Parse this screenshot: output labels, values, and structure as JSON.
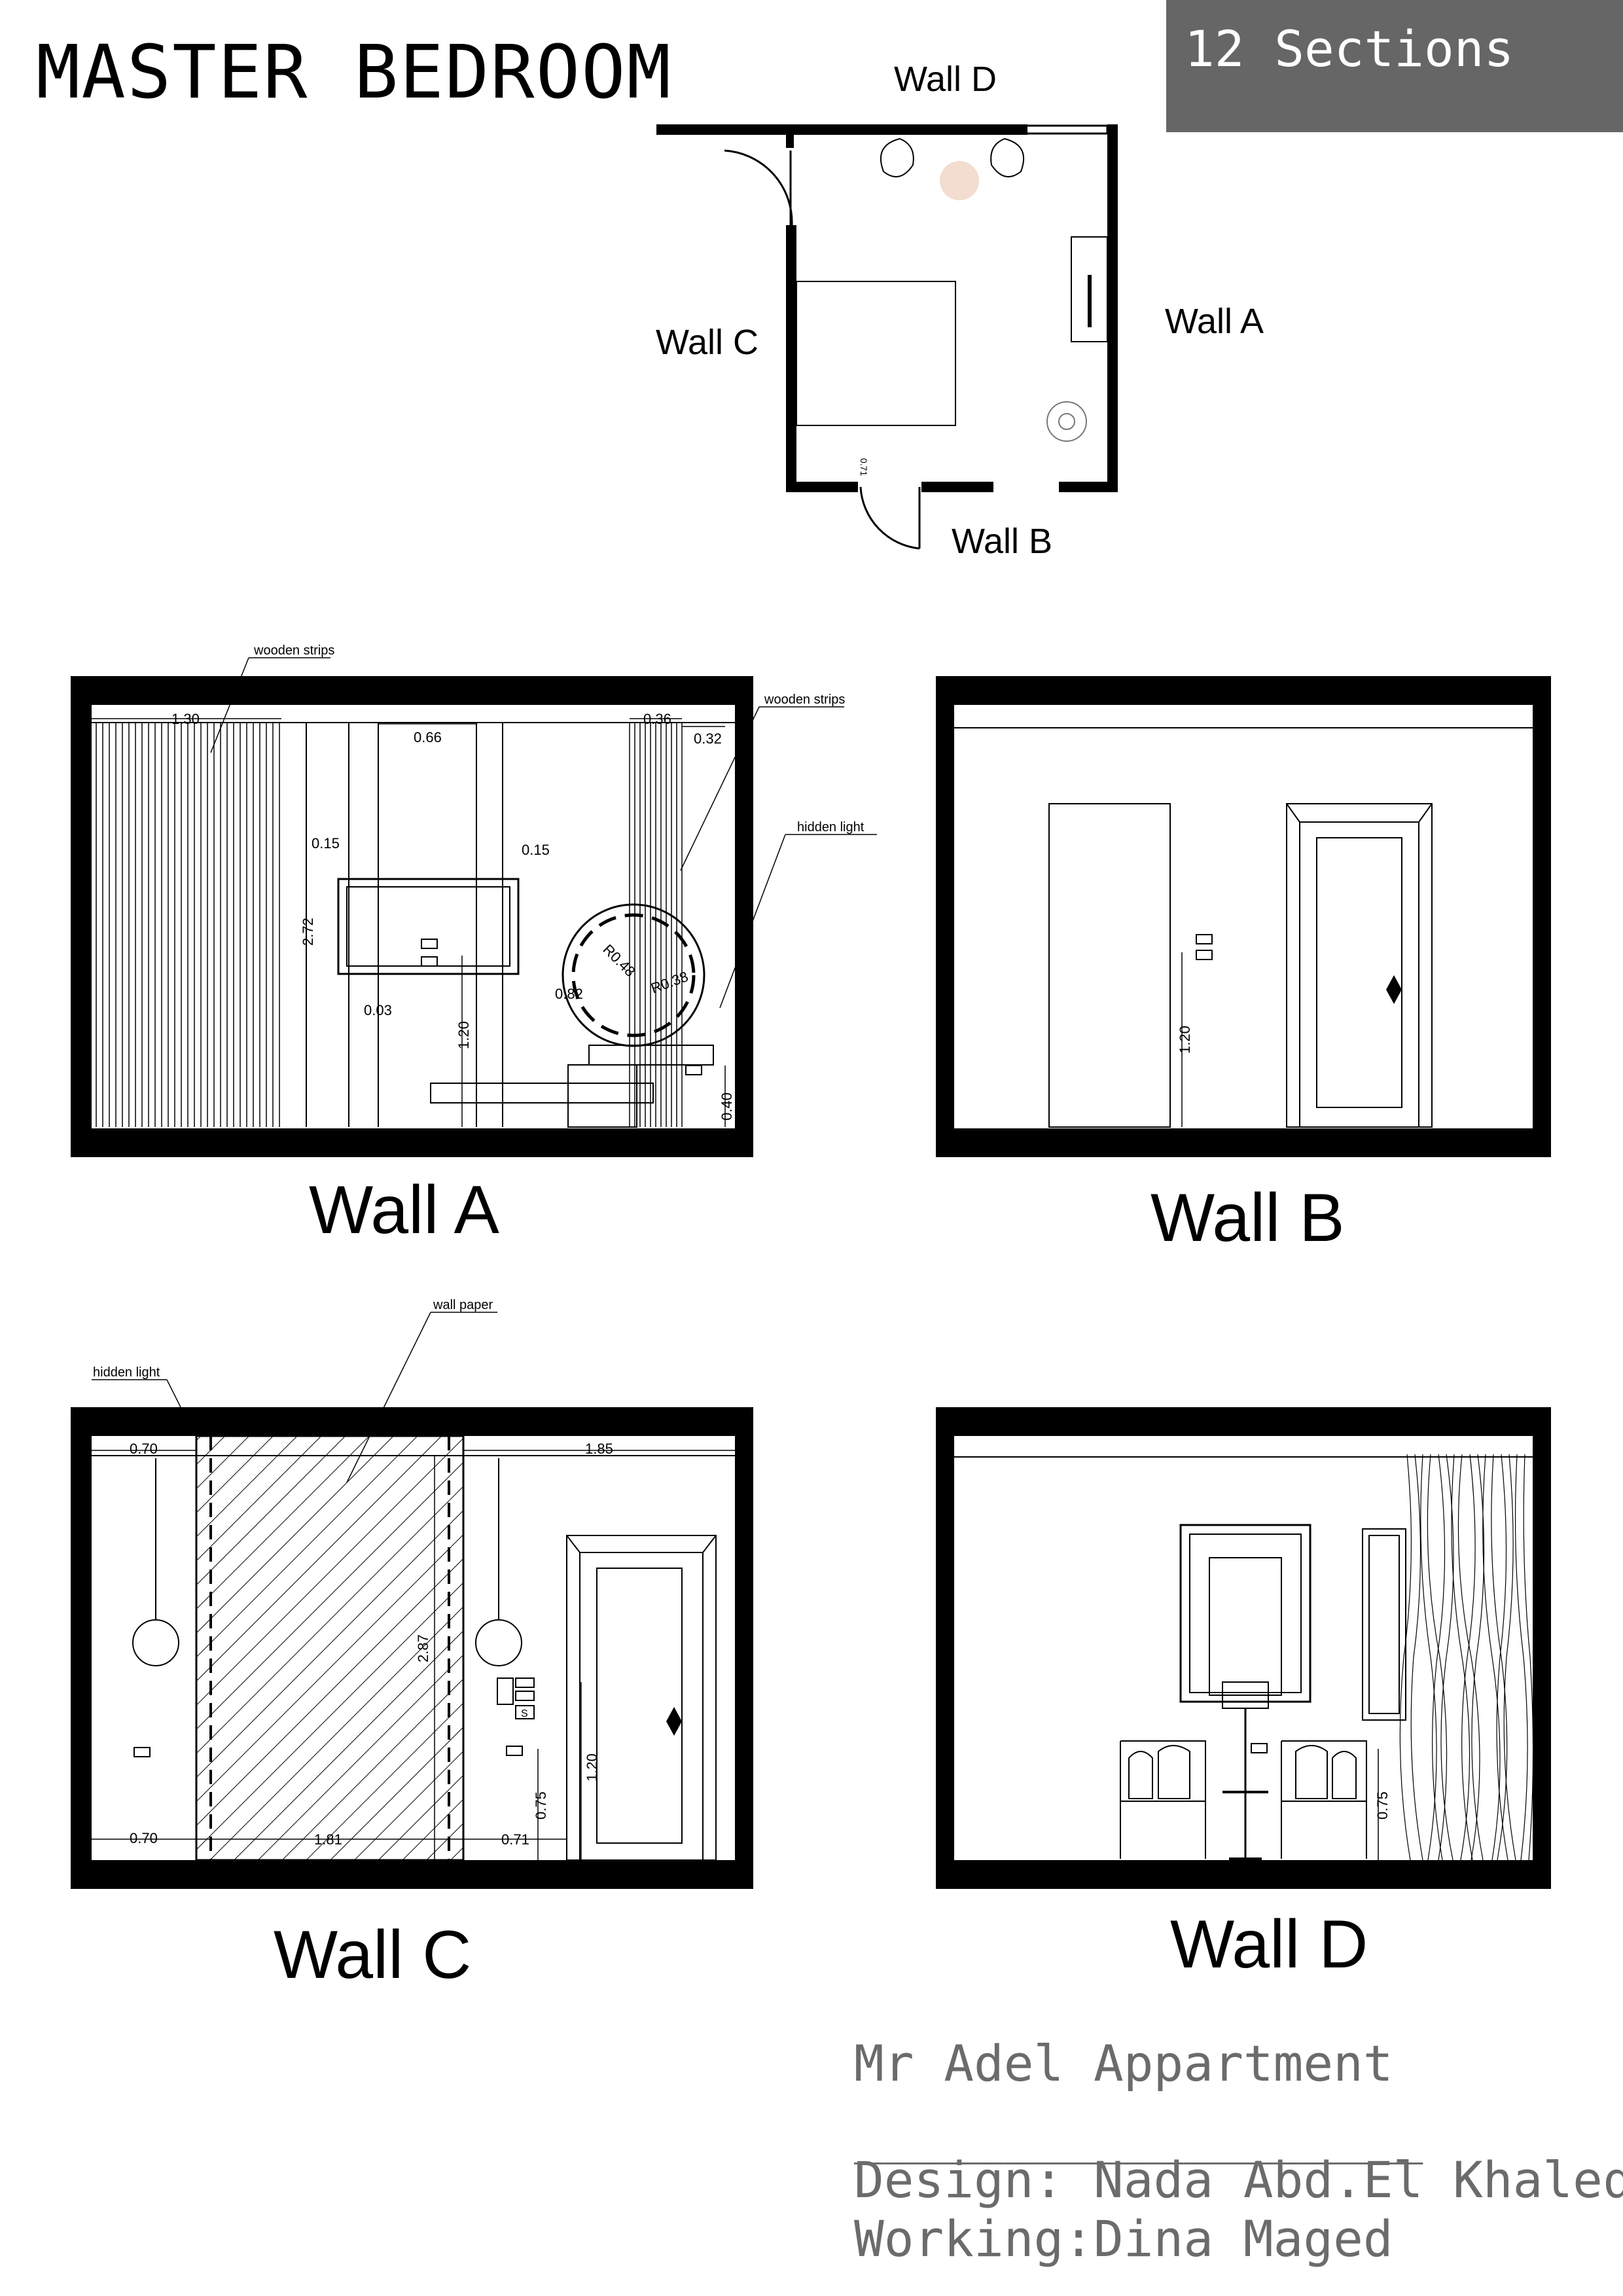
{
  "title": "MASTER BEDROOM",
  "badge": "12 Sections",
  "plan": {
    "labels": {
      "wall_a": "Wall A",
      "wall_b": "Wall B",
      "wall_c": "Wall C",
      "wall_d": "Wall D"
    },
    "dim_door": "0.71"
  },
  "elevations": {
    "wall_a": {
      "caption": "Wall A",
      "notes": [
        "wooden strips",
        "wooden strips",
        "hidden light"
      ],
      "dims": [
        "1.30",
        "0.66",
        "0.36",
        "0.32",
        "0.15",
        "0.15",
        "2.72",
        "0.03",
        "0.82",
        "R0.48",
        "R0.38",
        "1.20",
        "0.40"
      ]
    },
    "wall_b": {
      "caption": "Wall B",
      "dims": [
        "1.20"
      ]
    },
    "wall_c": {
      "caption": "Wall C",
      "notes": [
        "hidden light",
        "wall paper"
      ],
      "dims": [
        "0.70",
        "1.85",
        "2.87",
        "1.20",
        "0.75",
        "0.70",
        "1.81",
        "0.71"
      ],
      "switch_mark": "S"
    },
    "wall_d": {
      "caption": "Wall D",
      "dims": [
        "0.75"
      ]
    }
  },
  "title_block": {
    "project": "Mr Adel Appartment",
    "separator": "___________________",
    "design": "Design: Nada Abd.El Khaleq",
    "working": "Working:Dina Maged"
  }
}
